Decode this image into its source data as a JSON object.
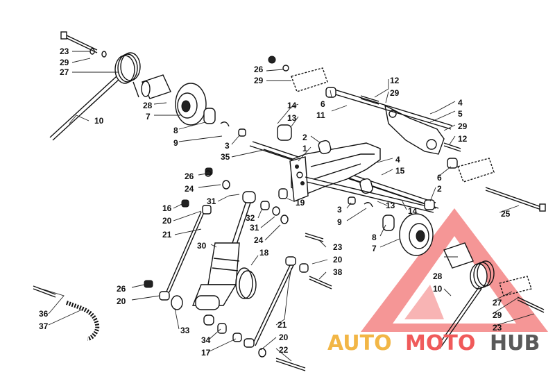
{
  "callouts": [
    {
      "id": "c1",
      "text": "23"
    },
    {
      "id": "c2",
      "text": "29"
    },
    {
      "id": "c3",
      "text": "27"
    },
    {
      "id": "c4",
      "text": "10"
    },
    {
      "id": "c5",
      "text": "28"
    },
    {
      "id": "c6",
      "text": "7"
    },
    {
      "id": "c7",
      "text": "8"
    },
    {
      "id": "c8",
      "text": "9"
    },
    {
      "id": "c9",
      "text": "3"
    },
    {
      "id": "c10",
      "text": "35"
    },
    {
      "id": "c11",
      "text": "26"
    },
    {
      "id": "c12",
      "text": "29"
    },
    {
      "id": "c13",
      "text": "14"
    },
    {
      "id": "c14",
      "text": "13"
    },
    {
      "id": "c15",
      "text": "6"
    },
    {
      "id": "c16",
      "text": "11"
    },
    {
      "id": "c17",
      "text": "12"
    },
    {
      "id": "c18",
      "text": "29"
    },
    {
      "id": "c19",
      "text": "4"
    },
    {
      "id": "c20",
      "text": "5"
    },
    {
      "id": "c21",
      "text": "29"
    },
    {
      "id": "c22",
      "text": "12"
    },
    {
      "id": "c23",
      "text": "2"
    },
    {
      "id": "c24",
      "text": "1"
    },
    {
      "id": "c25",
      "text": "4"
    },
    {
      "id": "c26",
      "text": "15"
    },
    {
      "id": "c27",
      "text": "6"
    },
    {
      "id": "c28",
      "text": "2"
    },
    {
      "id": "c29",
      "text": "26"
    },
    {
      "id": "c30",
      "text": "24"
    },
    {
      "id": "c31",
      "text": "31"
    },
    {
      "id": "c32",
      "text": "19"
    },
    {
      "id": "c33",
      "text": "13"
    },
    {
      "id": "c34",
      "text": "14"
    },
    {
      "id": "c35",
      "text": "25"
    },
    {
      "id": "c36",
      "text": "16"
    },
    {
      "id": "c37",
      "text": "20"
    },
    {
      "id": "c38",
      "text": "21"
    },
    {
      "id": "c39",
      "text": "32"
    },
    {
      "id": "c40",
      "text": "31"
    },
    {
      "id": "c41",
      "text": "24"
    },
    {
      "id": "c42",
      "text": "3"
    },
    {
      "id": "c43",
      "text": "9"
    },
    {
      "id": "c44",
      "text": "8"
    },
    {
      "id": "c45",
      "text": "7"
    },
    {
      "id": "c46",
      "text": "30"
    },
    {
      "id": "c47",
      "text": "18"
    },
    {
      "id": "c48",
      "text": "23"
    },
    {
      "id": "c49",
      "text": "20"
    },
    {
      "id": "c50",
      "text": "38"
    },
    {
      "id": "c51",
      "text": "28"
    },
    {
      "id": "c52",
      "text": "10"
    },
    {
      "id": "c53",
      "text": "26"
    },
    {
      "id": "c54",
      "text": "20"
    },
    {
      "id": "c55",
      "text": "27"
    },
    {
      "id": "c56",
      "text": "29"
    },
    {
      "id": "c57",
      "text": "23"
    },
    {
      "id": "c58",
      "text": "36"
    },
    {
      "id": "c59",
      "text": "37"
    },
    {
      "id": "c60",
      "text": "33"
    },
    {
      "id": "c61",
      "text": "21"
    },
    {
      "id": "c62",
      "text": "34"
    },
    {
      "id": "c63",
      "text": "20"
    },
    {
      "id": "c64",
      "text": "17"
    },
    {
      "id": "c65",
      "text": "22"
    }
  ],
  "watermark": {
    "part1": "AUTO",
    "part2": "MOTO",
    "part3": "HUB",
    "logo_icon": "triangle-logo-icon",
    "colors": {
      "auto": "#f2b646",
      "moto": "#f05a5a",
      "hub": "#5a5a5a",
      "triangle": "#f05a5a"
    }
  }
}
